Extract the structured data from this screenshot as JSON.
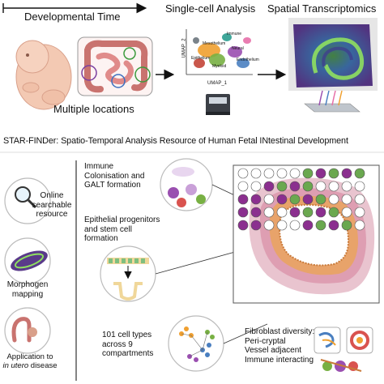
{
  "timeline": {
    "label": "Developmental Time"
  },
  "top": {
    "locations_label": "Multiple locations",
    "single_cell_label": "Single-cell Analysis",
    "spatial_label": "Spatial Transcriptomics",
    "umap_x": "UMAP_1",
    "umap_y": "UMAP_2",
    "umap_cluster_labels": [
      "Mesothelium",
      "Neural",
      "Epithelium",
      "Endothelium",
      "Myeloid",
      "Immune"
    ]
  },
  "title": "STAR-FINDer: Spatio-Temporal Analysis Resource of Human Fetal INtestinal Development",
  "left_panel": {
    "online_line1": "Online",
    "online_line2": "searchable",
    "online_line3": "resource",
    "morphogen_line1": "Morphogen",
    "morphogen_line2": "mapping",
    "application_line1": "Application to",
    "application_in_utero": "in utero",
    "application_disease": "disease"
  },
  "right_panel": {
    "immune_line1": "Immune",
    "immune_line2": "Colonisation and",
    "immune_line3": "GALT formation",
    "epi_line1": "Epithelial progenitors",
    "epi_line2": "and stem cell",
    "epi_line3": "formation",
    "celltypes_line1": "101 cell types",
    "celltypes_line2": "across 9",
    "celltypes_line3": "compartments",
    "fibro_line1": "Fibroblast diversity:",
    "fibro_line2": "Peri-cryptal",
    "fibro_line3": "Vessel adjacent",
    "fibro_line4": "Immune interacting"
  },
  "colors": {
    "tissue_outer": "#e9c4cf",
    "tissue_mid": "#d98fa5",
    "tissue_band": "#e8a36a",
    "lumen": "#ffffff",
    "spot_purple": "#8b2f8f",
    "spot_green": "#6aa84f",
    "umap_orange": "#f0a030",
    "umap_green": "#78b043",
    "umap_blue": "#4a7fc0",
    "umap_purple": "#9a4fb0"
  }
}
